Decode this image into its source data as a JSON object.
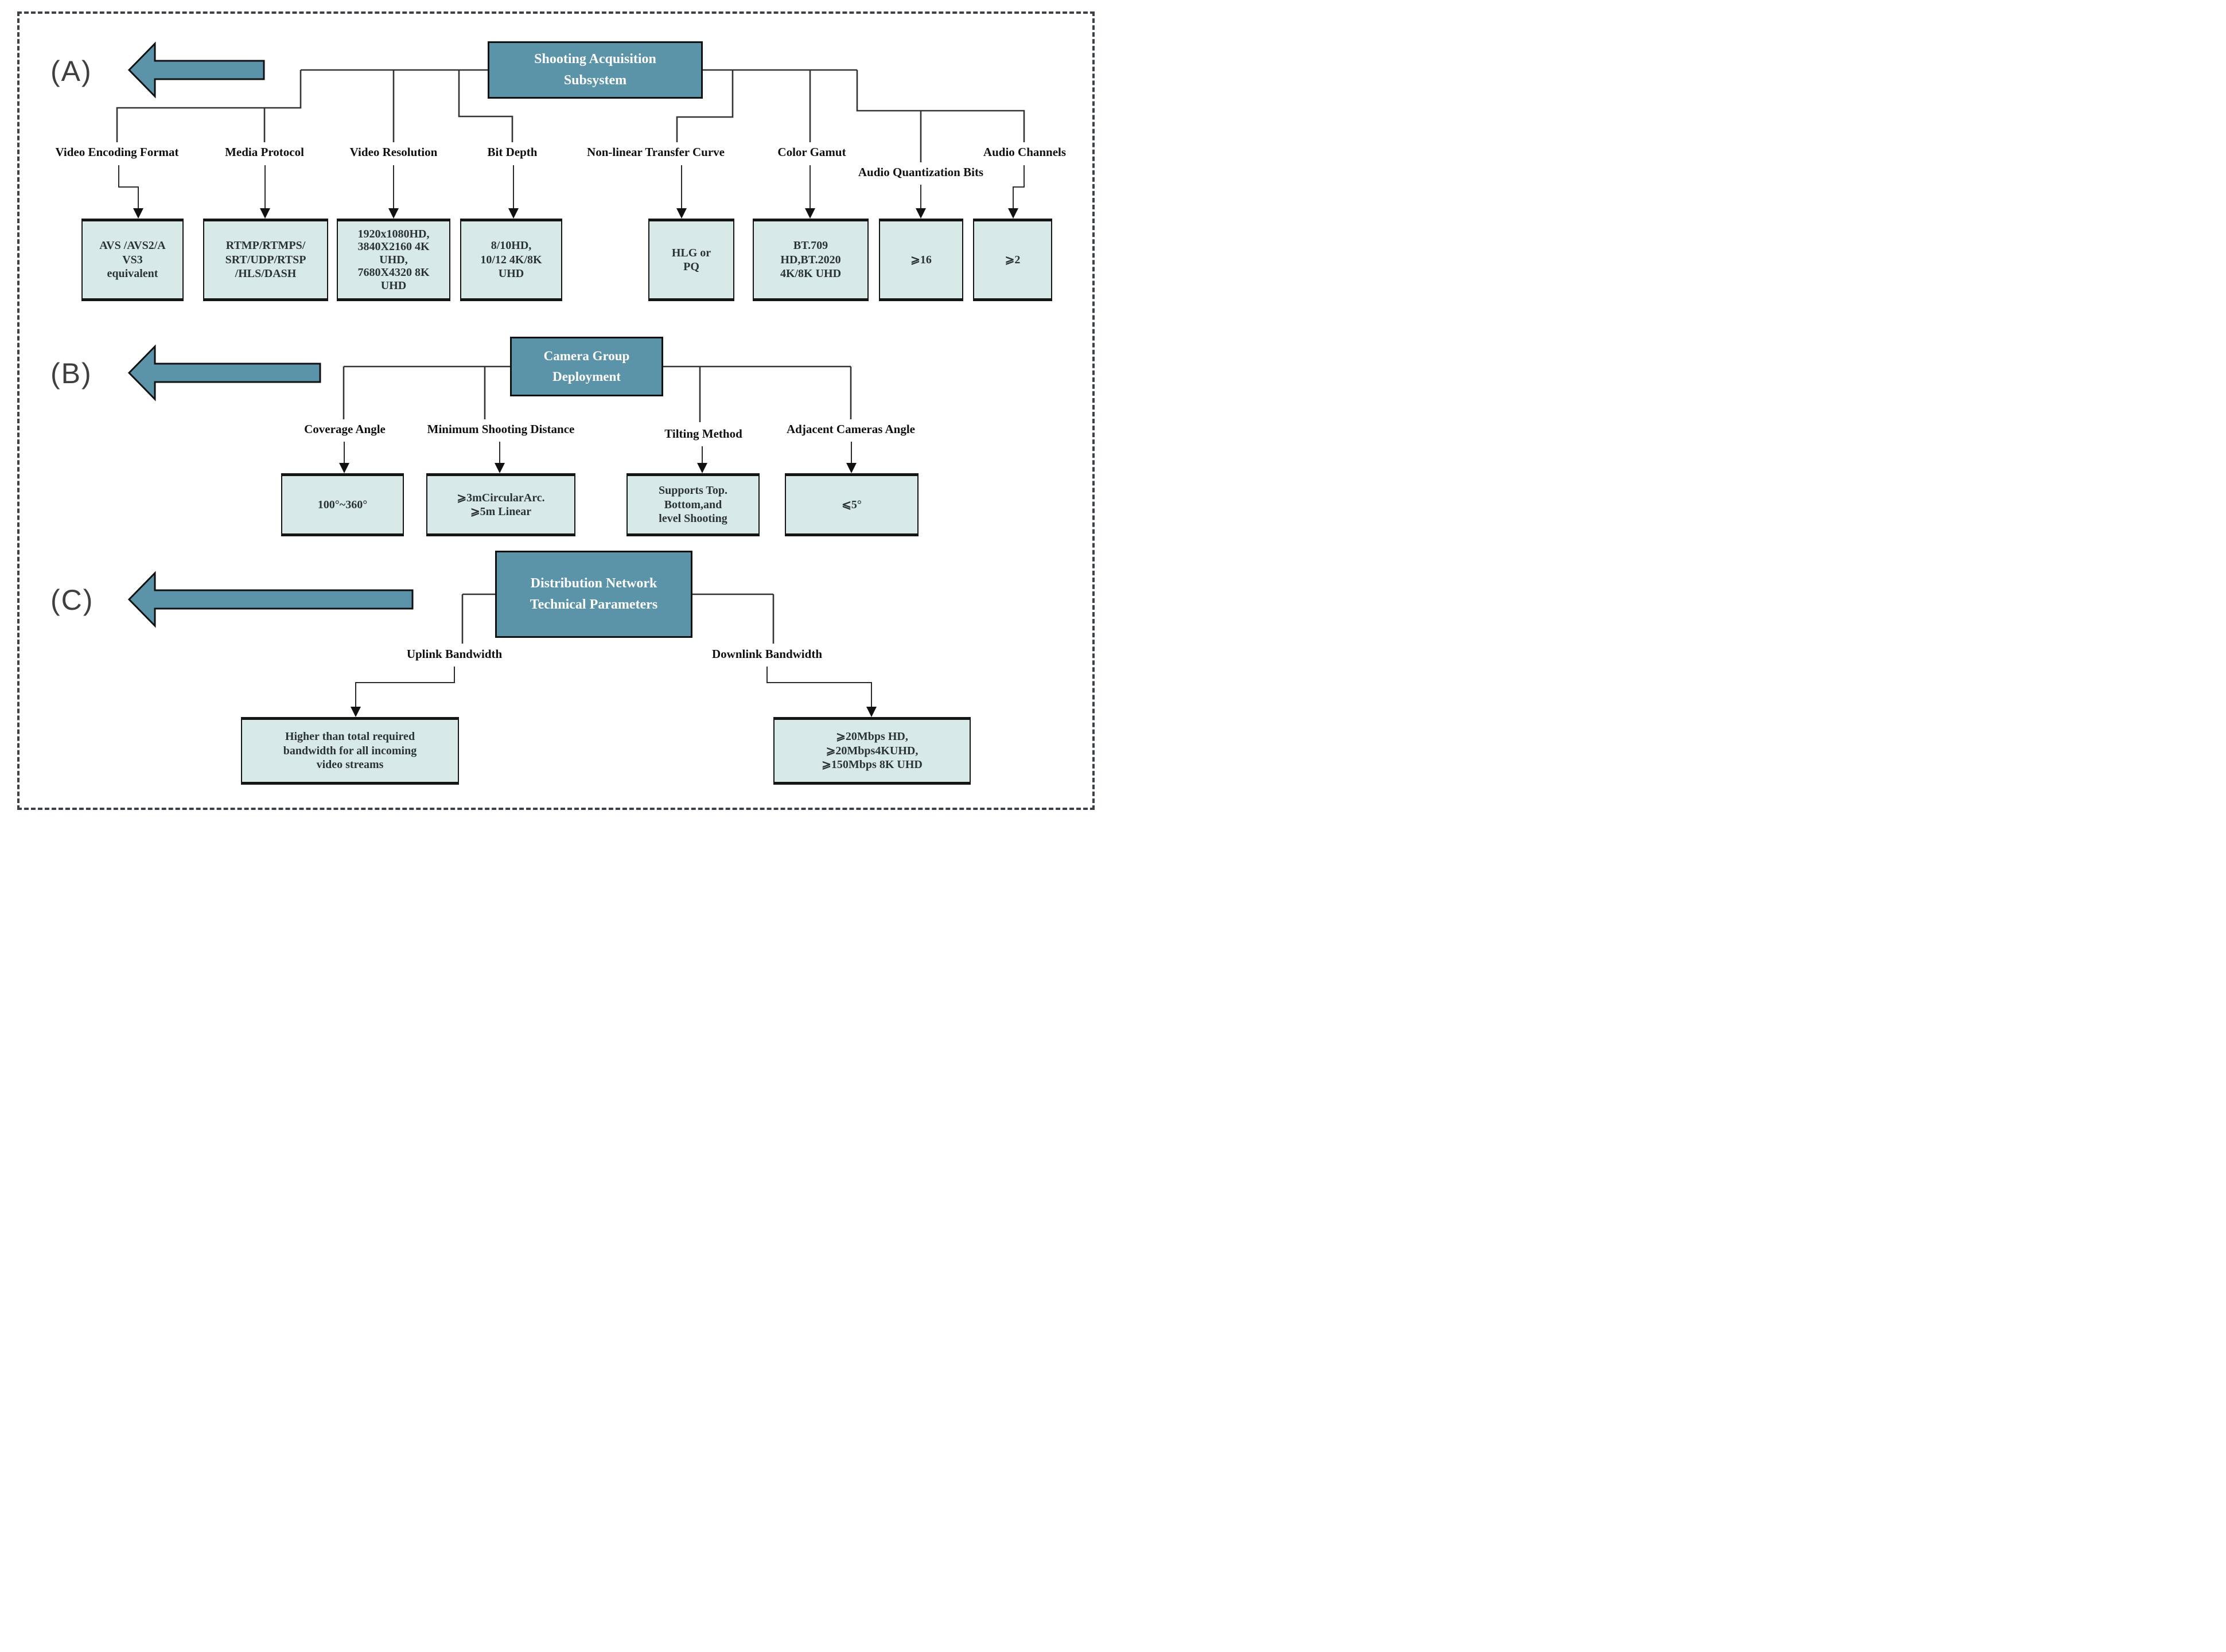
{
  "colors": {
    "node_fill": "#5b93a9",
    "leaf_fill": "#d8eae7",
    "line": "#333333",
    "frame_dash": "#3c4148"
  },
  "sections": [
    {
      "marker": "(A)",
      "title": "Shooting Acquisition\nSubsystem",
      "branches": [
        {
          "label": "Video Encoding Format",
          "value": "AVS  /AVS2/A\nVS3\nequivalent"
        },
        {
          "label": "Media Protocol",
          "value": "RTMP/RTMPS/\nSRT/UDP/RTSP\n/HLS/DASH"
        },
        {
          "label": "Video Resolution",
          "value": "1920x1080HD,\n3840X2160 4K\nUHD,\n7680X4320 8K\nUHD"
        },
        {
          "label": "Bit Depth",
          "value": "8/10HD,\n10/12 4K/8K\nUHD"
        },
        {
          "label": "Non-linear Transfer Curve",
          "value": "HLG or\nPQ"
        },
        {
          "label": "Color Gamut",
          "value": "BT.709\nHD,BT.2020\n4K/8K UHD"
        },
        {
          "label": "Audio Quantization Bits",
          "value": "⩾16"
        },
        {
          "label": "Audio Channels",
          "value": "⩾2"
        }
      ]
    },
    {
      "marker": "(B)",
      "title": "Camera Group\nDeployment",
      "branches": [
        {
          "label": "Coverage Angle",
          "value": "100°~360°"
        },
        {
          "label": "Minimum Shooting Distance",
          "value": "⩾3mCircularArc.\n⩾5m Linear"
        },
        {
          "label": "Tilting Method",
          "value": "Supports Top.\nBottom,and\nlevel Shooting"
        },
        {
          "label": "Adjacent Cameras Angle",
          "value": "⩽5°"
        }
      ]
    },
    {
      "marker": "(C)",
      "title": "Distribution Network\nTechnical Parameters",
      "branches": [
        {
          "label": "Uplink Bandwidth",
          "value": "Higher than total required\nbandwidth for all incoming\nvideo streams"
        },
        {
          "label": "Downlink Bandwidth",
          "value": "⩾20Mbps HD,\n⩾20Mbps4KUHD,\n⩾150Mbps 8K UHD"
        }
      ]
    }
  ]
}
